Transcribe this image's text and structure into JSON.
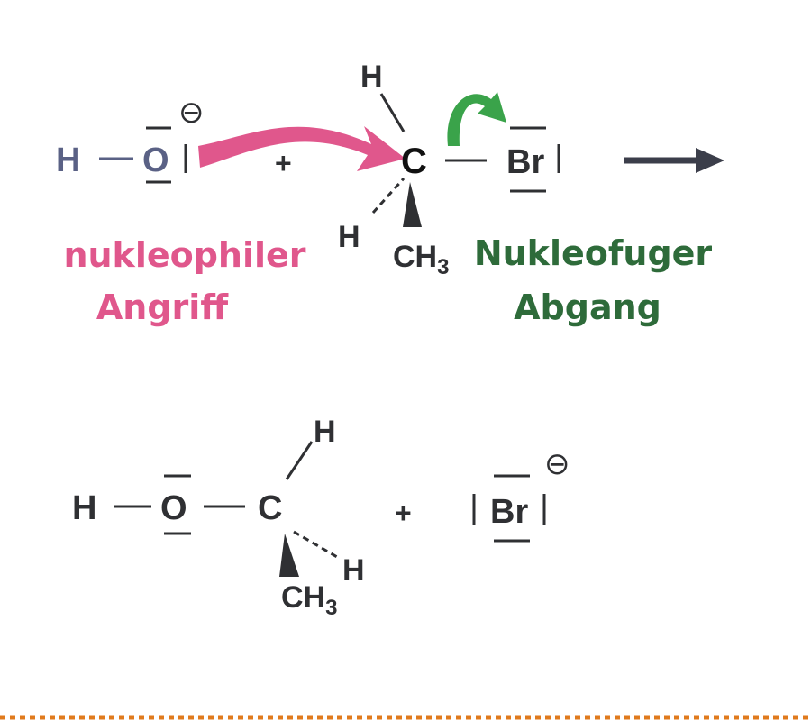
{
  "colors": {
    "ink": "#2f3033",
    "nucleophile": "#5a6185",
    "attack": "#e0578c",
    "leaving": "#2e6b3a",
    "leaving_arrow": "#3aa34a",
    "dotted_rule": "#e07a1c",
    "reaction_arrow": "#3b3e4a"
  },
  "reactants": {
    "nucleophile": {
      "h": "H",
      "o": "O",
      "charge": "⊖"
    },
    "plus": "+",
    "substrate": {
      "c": "C",
      "h_top": "H",
      "h_left": "H",
      "methyl": "CH",
      "methyl_sub": "3",
      "br": "Br"
    }
  },
  "labels": {
    "attack_line1": "nukleophiler",
    "attack_line2": "Angriff",
    "leaving_line1": "Nukleofuger",
    "leaving_line2": "Abgang"
  },
  "products": {
    "h": "H",
    "o": "O",
    "c": "C",
    "h_top": "H",
    "h_right": "H",
    "methyl": "CH",
    "methyl_sub": "3",
    "plus": "+",
    "br": "Br",
    "charge": "⊖"
  }
}
